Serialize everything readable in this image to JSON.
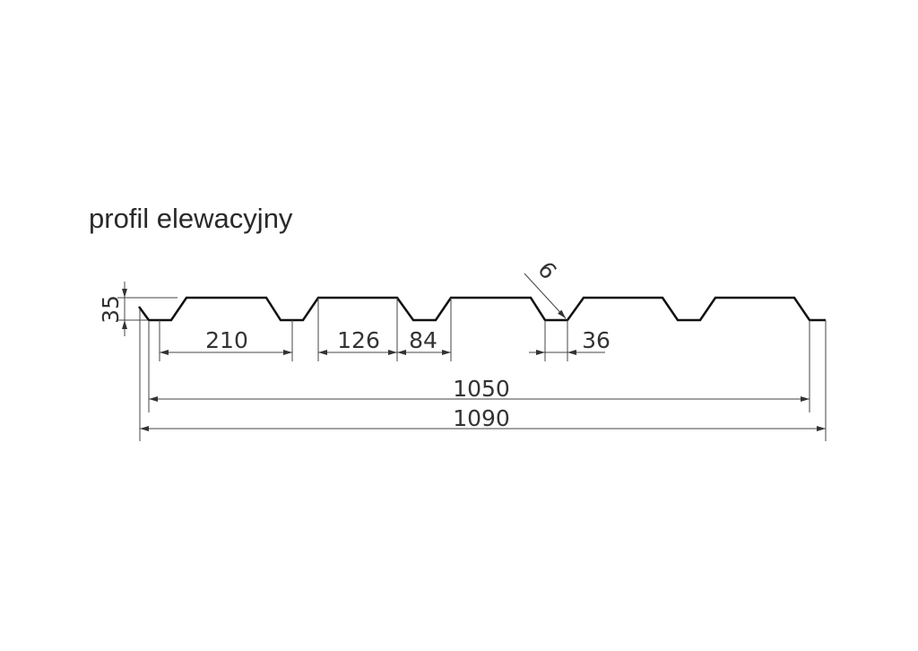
{
  "title": "profil elewacyjny",
  "dimensions": {
    "height": "35",
    "pitch_210": "210",
    "crest_126": "126",
    "trough_84": "84",
    "bottom_36": "36",
    "radius_6": "6",
    "effective_width": "1050",
    "total_width": "1090"
  }
}
